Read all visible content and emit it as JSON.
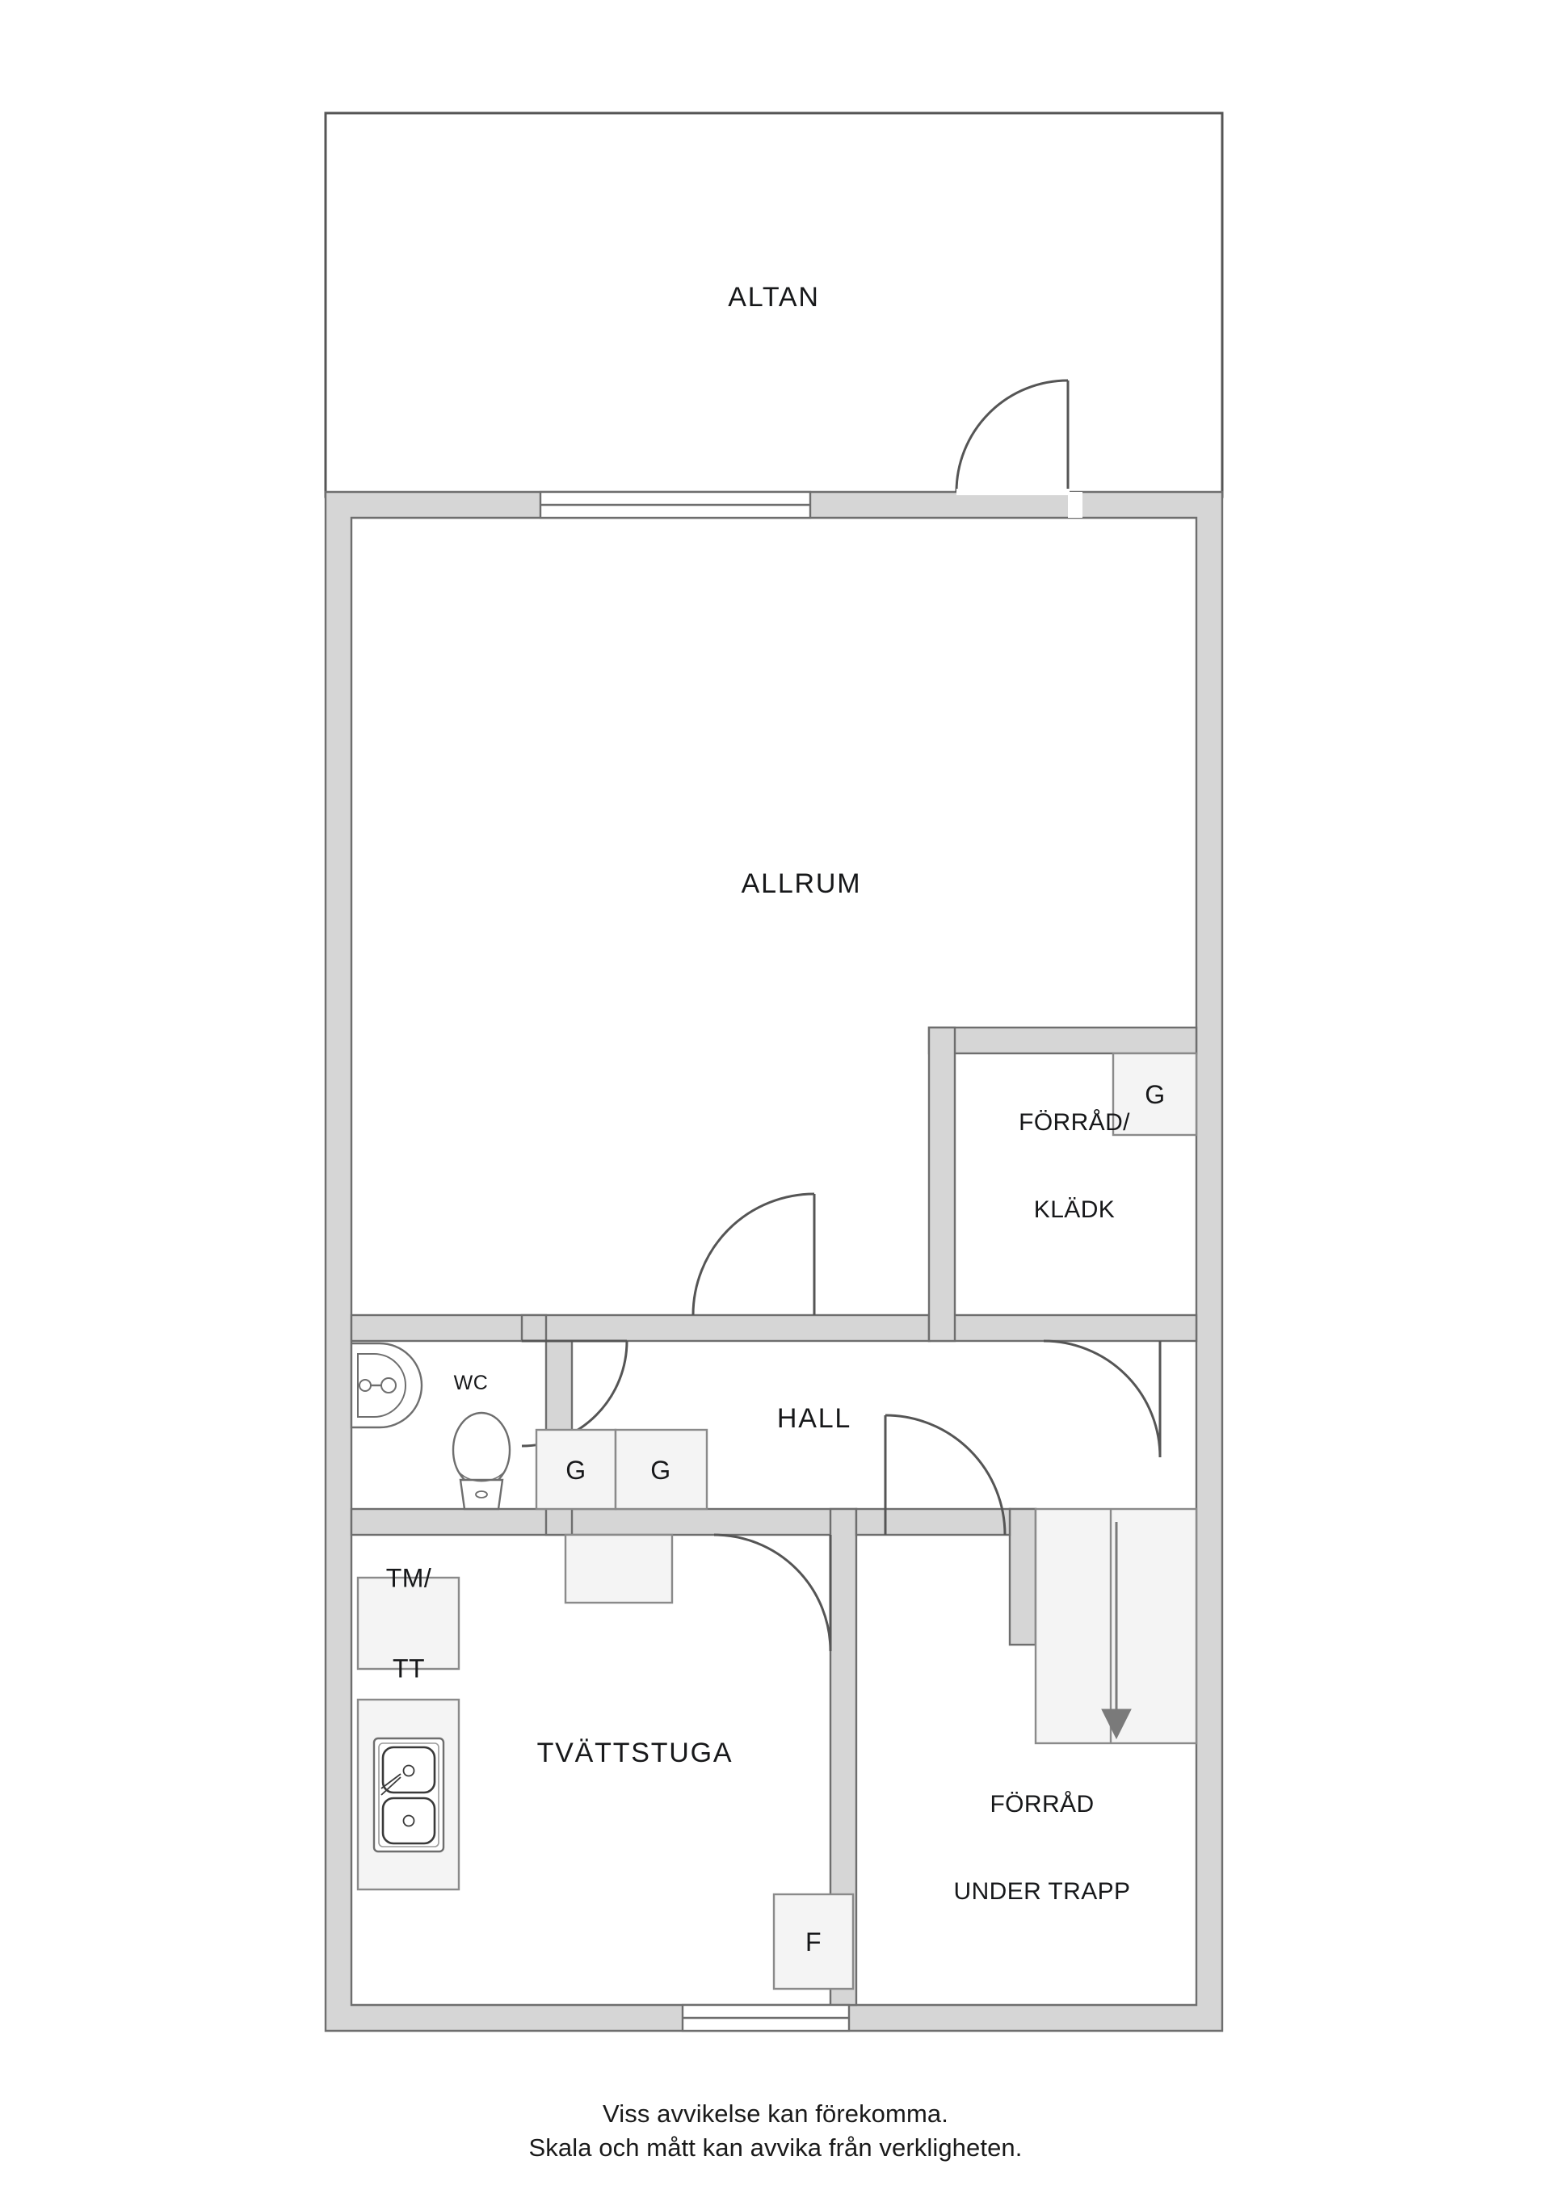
{
  "document": {
    "type": "floor-plan",
    "language": "sv",
    "title": "Planritning"
  },
  "colors": {
    "wall_fill": "#d6d6d6",
    "wall_stroke": "#6e6e6e",
    "room_fill": "#ffffff",
    "cabinet_fill": "#f4f4f4",
    "cabinet_stroke": "#8a8a8a",
    "text": "#17181a",
    "door_arc": "#555555",
    "stair_arrow": "#7a7a7a",
    "altan_stroke": "#555555",
    "background": "#ffffff"
  },
  "rooms": [
    {
      "id": "altan",
      "label": "ALTAN",
      "label_lines": [
        "ALTAN"
      ]
    },
    {
      "id": "allrum",
      "label": "ALLRUM",
      "label_lines": [
        "ALLRUM"
      ]
    },
    {
      "id": "forrad_kladk",
      "label": "FÖRRÅD/ KLÄDK",
      "label_lines": [
        "FÖRRÅD/",
        "KLÄDK"
      ]
    },
    {
      "id": "hall",
      "label": "HALL",
      "label_lines": [
        "HALL"
      ]
    },
    {
      "id": "wc",
      "label": "WC",
      "label_lines": [
        "WC"
      ]
    },
    {
      "id": "tvattstuga",
      "label": "TVÄTTSTUGA",
      "label_lines": [
        "TVÄTTSTUGA"
      ]
    },
    {
      "id": "forrad_trapp",
      "label": "FÖRRÅD UNDER TRAPP",
      "label_lines": [
        "FÖRRÅD",
        "UNDER TRAPP"
      ]
    }
  ],
  "labels": {
    "altan": "ALTAN",
    "allrum": "ALLRUM",
    "forrad_kladk_line1": "FÖRRÅD/",
    "forrad_kladk_line2": "KLÄDK",
    "hall": "HALL",
    "wc": "WC",
    "tvattstuga": "TVÄTTSTUGA",
    "forrad_trapp_line1": "FÖRRÅD",
    "forrad_trapp_line2": "UNDER TRAPP"
  },
  "fixtures": [
    {
      "id": "closet-forrad-g",
      "label": "G",
      "room": "forrad_kladk",
      "kind": "wardrobe"
    },
    {
      "id": "closet-hall-g1",
      "label": "G",
      "room": "hall",
      "kind": "wardrobe"
    },
    {
      "id": "closet-hall-g2",
      "label": "G",
      "room": "hall",
      "kind": "wardrobe"
    },
    {
      "id": "appliance-tm-tt",
      "label": "TM/ TT",
      "label_lines": [
        "TM/",
        "TT"
      ],
      "room": "tvattstuga",
      "kind": "washer-dryer"
    },
    {
      "id": "appliance-f",
      "label": "F",
      "room": "tvattstuga",
      "kind": "fridge"
    },
    {
      "id": "sink-double",
      "label": "",
      "room": "tvattstuga",
      "kind": "double-basin-sink"
    },
    {
      "id": "wc-toilet",
      "label": "",
      "room": "wc",
      "kind": "toilet"
    },
    {
      "id": "wc-washbasin",
      "label": "",
      "room": "wc",
      "kind": "washbasin"
    },
    {
      "id": "staircase",
      "label": "",
      "room": "forrad_trapp",
      "kind": "stairs-down"
    }
  ],
  "fixture_labels": {
    "g_forrad": "G",
    "g_hall_1": "G",
    "g_hall_2": "G",
    "tm_tt_line1": "TM/",
    "tm_tt_line2": "TT",
    "f": "F"
  },
  "openings": {
    "windows": [
      {
        "id": "window-north-allrum",
        "wall": "north",
        "room": "allrum"
      },
      {
        "id": "window-south-tvattstuga",
        "wall": "south",
        "room": "tvattstuga"
      }
    ],
    "doors": [
      {
        "id": "door-altan-entry",
        "from": "altan",
        "to": "allrum",
        "swing": "left-up"
      },
      {
        "id": "door-wc",
        "from": "hall",
        "to": "wc",
        "swing": "down-left"
      },
      {
        "id": "door-allrum-hall",
        "from": "hall",
        "to": "allrum",
        "swing": "up-left"
      },
      {
        "id": "door-forrad-kladk",
        "from": "forrad_kladk",
        "to": "hall",
        "swing": "down-left"
      },
      {
        "id": "door-forrad-trapp",
        "from": "hall",
        "to": "forrad_trapp",
        "swing": "down-right"
      }
    ]
  },
  "caption": {
    "line1": "Viss avvikelse kan förekomma.",
    "line2": "Skala och mått kan avvika från verkligheten."
  }
}
